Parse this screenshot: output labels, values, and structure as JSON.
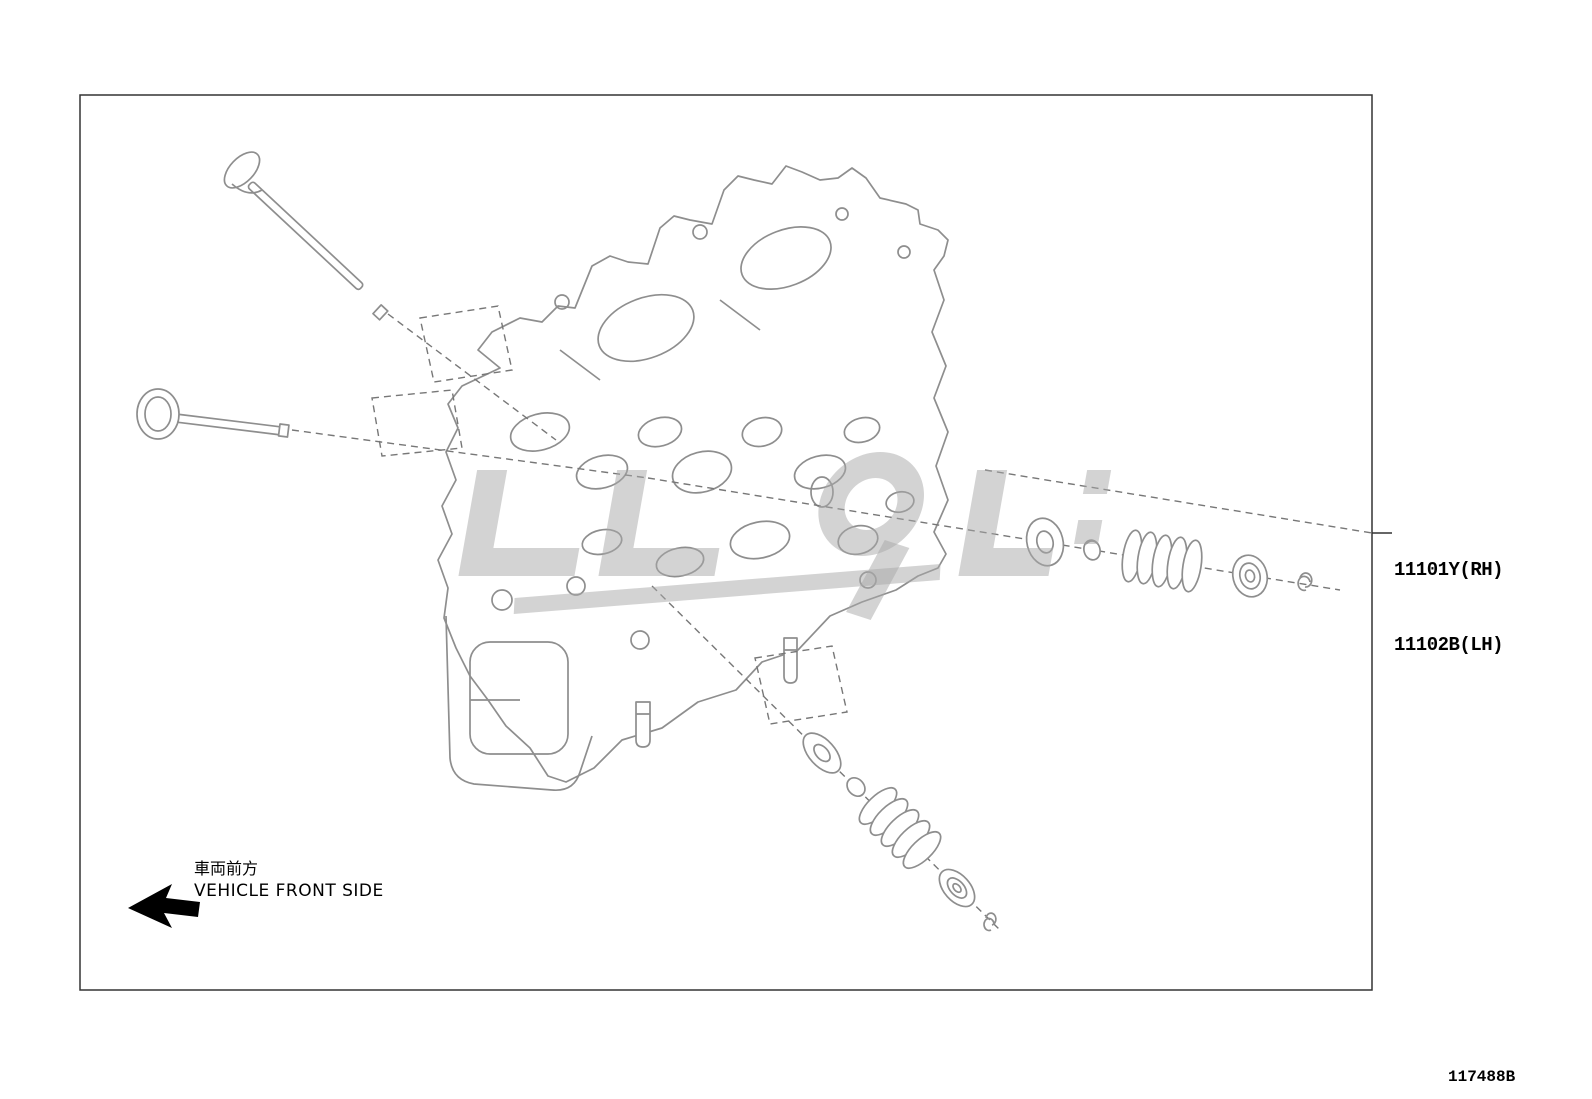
{
  "part_label": {
    "line1": "11101Y(RH)",
    "line2": "11102B(LH)"
  },
  "front_side": {
    "jp": "車両前方",
    "en": "VEHICLE FRONT SIDE"
  },
  "doc_code": "117488B",
  "drawing": {
    "description": "Exploded view of cylinder head sub-assembly with intake and exhaust valves, valve spring seats, stem seals, springs, retainers and keepers",
    "icons": [
      "front-direction-arrow-icon"
    ],
    "colors": {
      "line": "#8e8e8e",
      "dashed": "#777777",
      "text": "#000000",
      "watermark": "#a8a8a8",
      "frame": "#333333"
    }
  }
}
